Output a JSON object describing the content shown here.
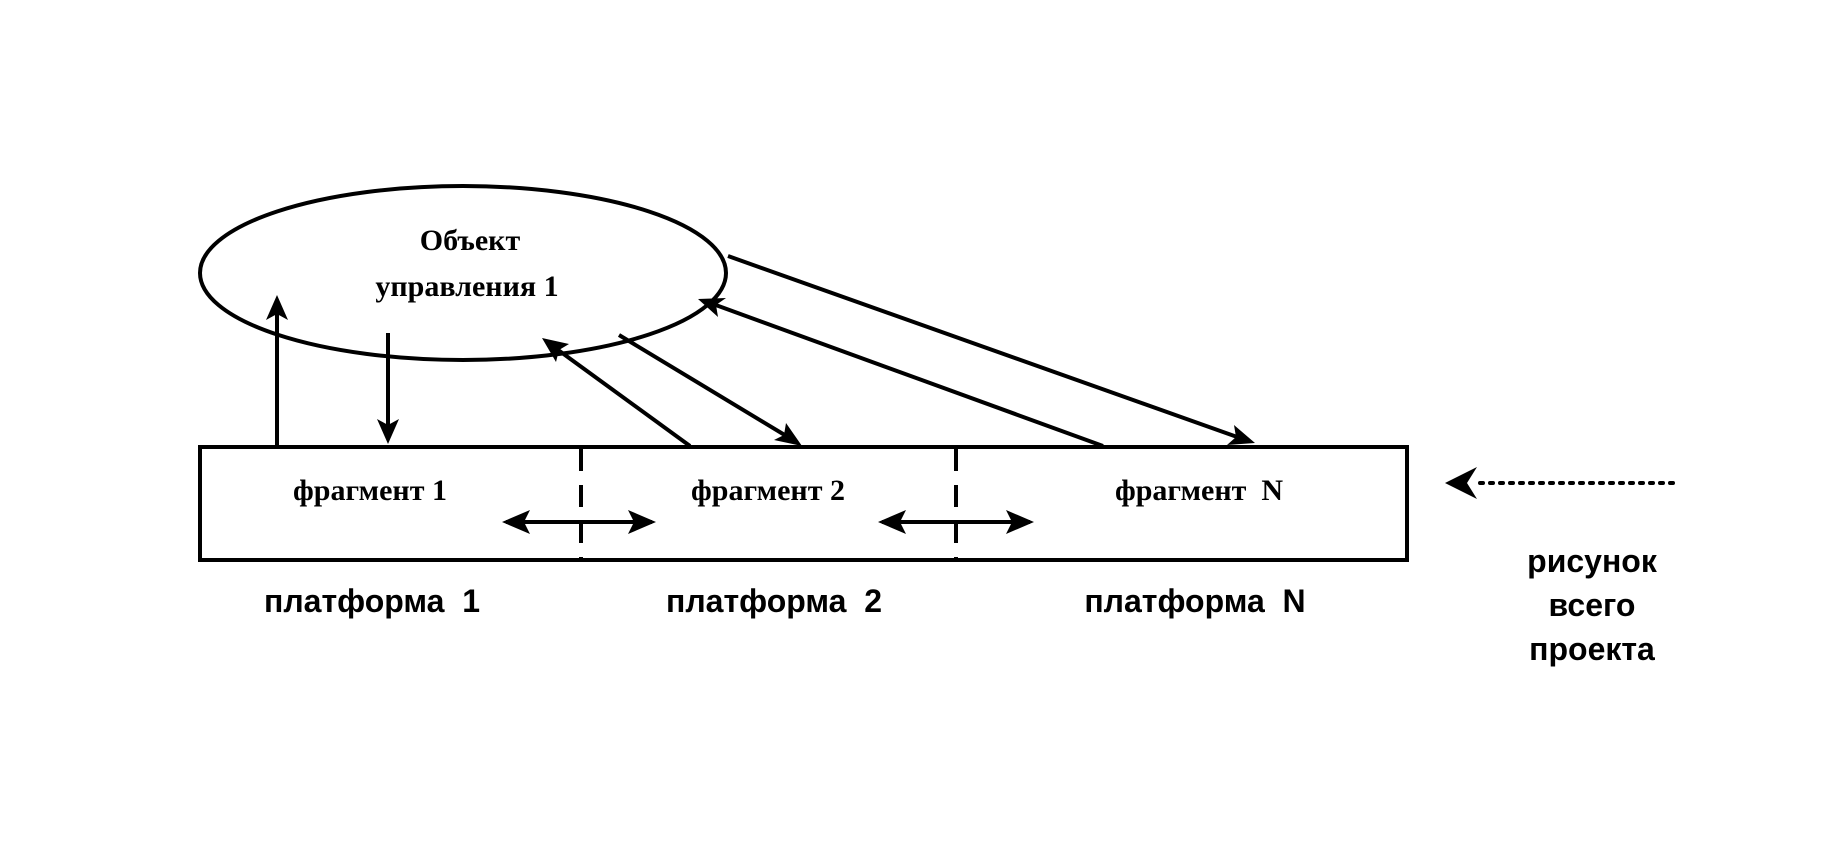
{
  "object": {
    "line1": "Объект",
    "line2": "управления 1"
  },
  "fragments": [
    {
      "label": "фрагмент 1"
    },
    {
      "label": "фрагмент 2"
    },
    {
      "label": "фрагмент  N"
    }
  ],
  "platforms": [
    {
      "label": "платформа  1"
    },
    {
      "label": "платформа  2"
    },
    {
      "label": "платформа  N"
    }
  ],
  "whole_project": {
    "line1": "рисунок",
    "line2": "всего",
    "line3": "проекта"
  }
}
